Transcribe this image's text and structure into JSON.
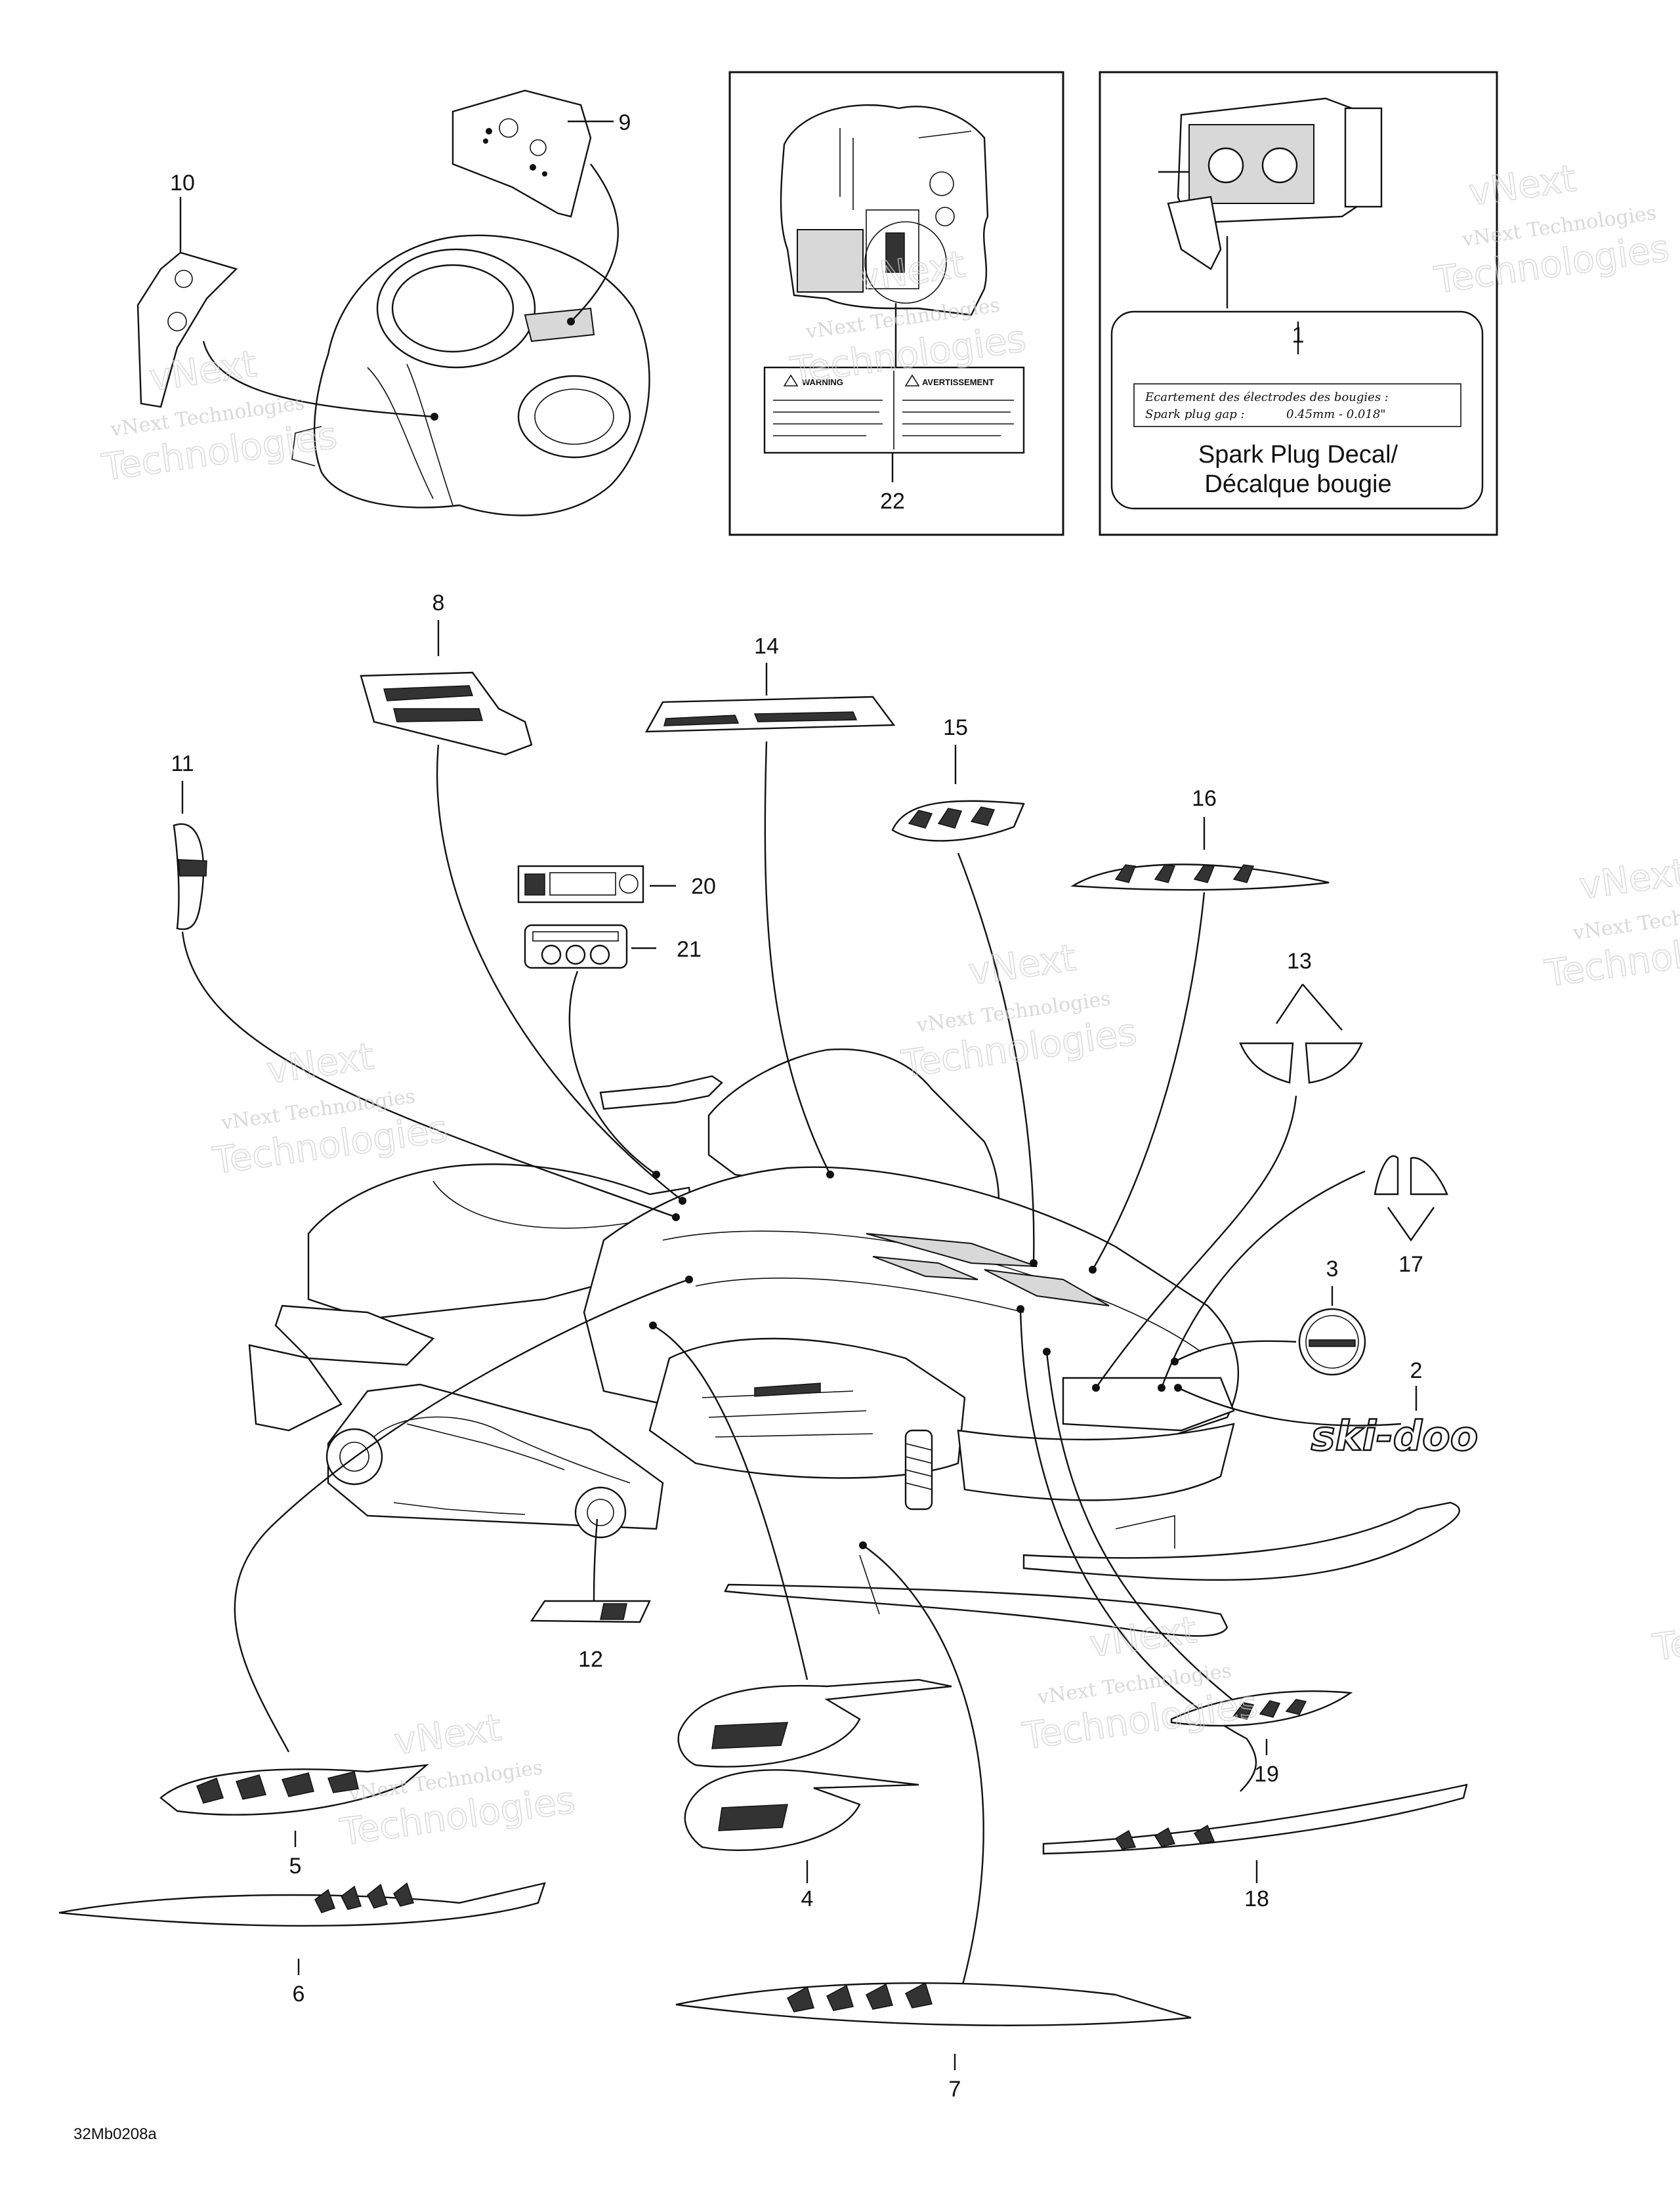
{
  "labels": {
    "n1": "1",
    "n2": "2",
    "n3": "3",
    "n4": "4",
    "n5": "5",
    "n6": "6",
    "n7": "7",
    "n8": "8",
    "n9": "9",
    "n10": "10",
    "n11": "11",
    "n12": "12",
    "n13": "13",
    "n14": "14",
    "n15": "15",
    "n16": "16",
    "n17": "17",
    "n18": "18",
    "n19": "19",
    "n20": "20",
    "n21": "21",
    "n22": "22"
  },
  "spark_plug_panel": {
    "decal_line1": "Ecartement des électrodes des bougies :",
    "decal_line2_label": "Spark plug gap :",
    "decal_line2_value": "0.45mm - 0.018\"",
    "caption_line1": "Spark Plug Decal/",
    "caption_line2": "Décalque bougie"
  },
  "warning_panel": {
    "warning_title": "WARNING",
    "avertissement_title": "AVERTISSEMENT"
  },
  "decals": {
    "ski_doo_logo": "ski-doo"
  },
  "watermark": {
    "line1": "vNext",
    "line2": "vNext Technologies",
    "line3": "Technologies"
  },
  "figure_code": "32Mb0208a"
}
